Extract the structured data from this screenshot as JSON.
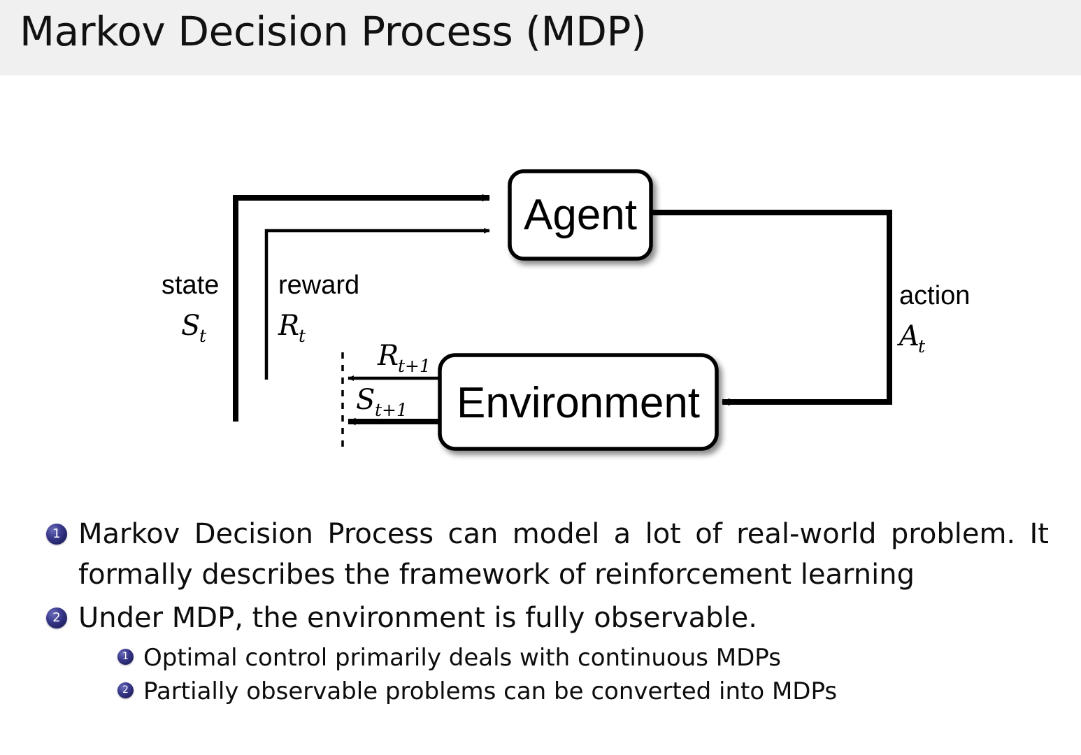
{
  "header": {
    "title": "Markov Decision Process (MDP)",
    "band_color": "#f0f0f0"
  },
  "diagram": {
    "name": "agent-environment-interaction-loop",
    "nodes": {
      "agent": "Agent",
      "environment": "Environment"
    },
    "edge_labels": {
      "state_word": "state",
      "state_symbol": "S",
      "state_subscript": "t",
      "reward_word": "reward",
      "reward_symbol": "R",
      "reward_subscript": "t",
      "action_word": "action",
      "action_symbol": "A",
      "action_subscript": "t",
      "next_reward_symbol": "R",
      "next_reward_subscript": "t+1",
      "next_state_symbol": "S",
      "next_state_subscript": "t+1"
    },
    "stroke_color": "#000000",
    "box_fill": "#ffffff"
  },
  "bullets": [
    {
      "number": "1",
      "level": 1,
      "text": "Markov Decision Process can model a lot of real-world problem. It formally describes the framework of reinforcement learning"
    },
    {
      "number": "2",
      "level": 1,
      "text": "Under MDP, the environment is fully observable."
    },
    {
      "number": "1",
      "level": 2,
      "text": "Optimal control primarily deals with continuous MDPs"
    },
    {
      "number": "2",
      "level": 2,
      "text": "Partially observable problems can be converted into MDPs"
    }
  ],
  "theme": {
    "marker_color": "#27276e",
    "text_color": "#0d0d0d",
    "page_background": "#ffffff"
  }
}
